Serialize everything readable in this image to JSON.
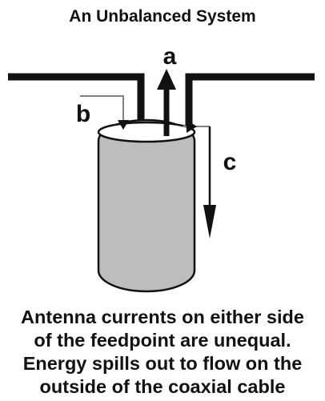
{
  "title": "An Unbalanced System",
  "labels": {
    "a": "a",
    "b": "b",
    "c": "c"
  },
  "caption": {
    "line1": "Antenna currents on either side",
    "line2": "of the feedpoint are unequal.",
    "line3": "Energy spills out to flow on the",
    "line4": "outside of the coaxial cable"
  },
  "colors": {
    "antenna": "#111111",
    "cable_body": "#bdbdbd",
    "cable_outline": "#111111",
    "cable_top_inner": "#ffffff",
    "current_arrow": "#111111",
    "inner_current_line": "#808080"
  }
}
